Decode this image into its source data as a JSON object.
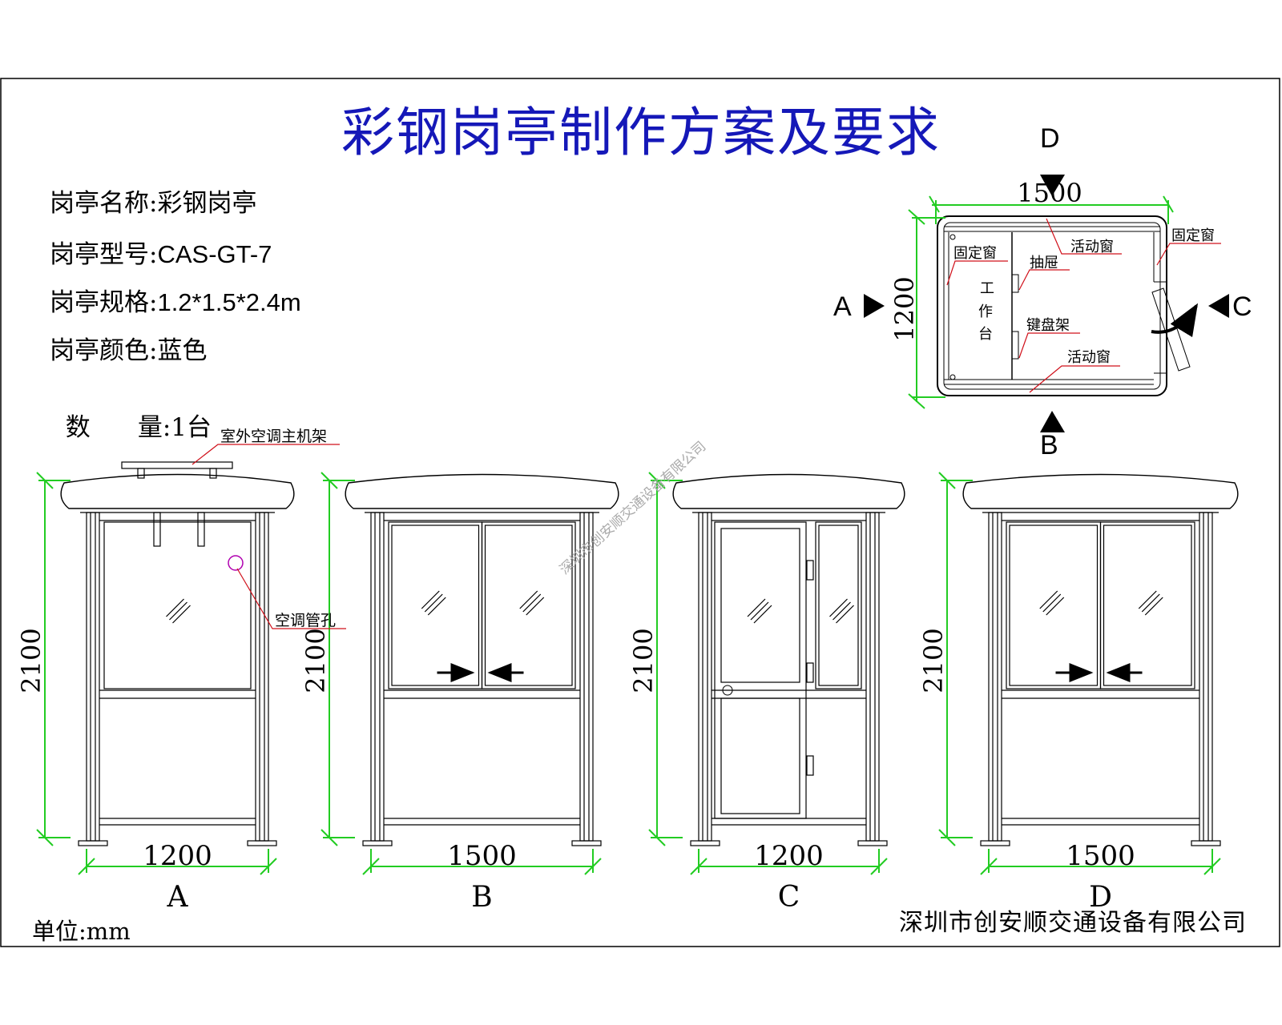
{
  "title": "彩钢岗亭制作方案及要求",
  "info": {
    "name_label": "岗亭名称:",
    "name_value": "彩钢岗亭",
    "model_label": "岗亭型号:",
    "model_value": "CAS-GT-7",
    "spec_label": "岗亭规格:",
    "spec_value": "1.2*1.5*2.4m",
    "color_label": "岗亭颜色:",
    "color_value": "蓝色",
    "qty_label": "数      量:",
    "qty_value": "1台"
  },
  "plan": {
    "width_dim": "1500",
    "depth_dim": "1200",
    "fixed_window_left": "固定窗",
    "fixed_window_right": "固定窗",
    "sliding_window_top": "活动窗",
    "sliding_window_bottom": "活动窗",
    "drawer": "抽屉",
    "keyboard_rack": "键盘架",
    "desk_1": "工",
    "desk_2": "作",
    "desk_3": "台",
    "view_a": "A",
    "view_b": "B",
    "view_c": "C",
    "view_d": "D"
  },
  "elevations": {
    "ac_rack": "室外空调主机架",
    "ac_hole": "空调管孔",
    "height": "2100",
    "a_width": "1200",
    "b_width": "1500",
    "c_width": "1200",
    "d_width": "1500",
    "a": "A",
    "b": "B",
    "c": "C",
    "d": "D"
  },
  "watermark": "深圳市创安顺交通设备有限公司",
  "unit": "单位:mm",
  "company": "深圳市创安顺交通设备有限公司",
  "colors": {
    "title": "#1518b8",
    "dimension": "#22cc22",
    "leader": "#d0101a",
    "ac_hole": "#b000b0"
  }
}
